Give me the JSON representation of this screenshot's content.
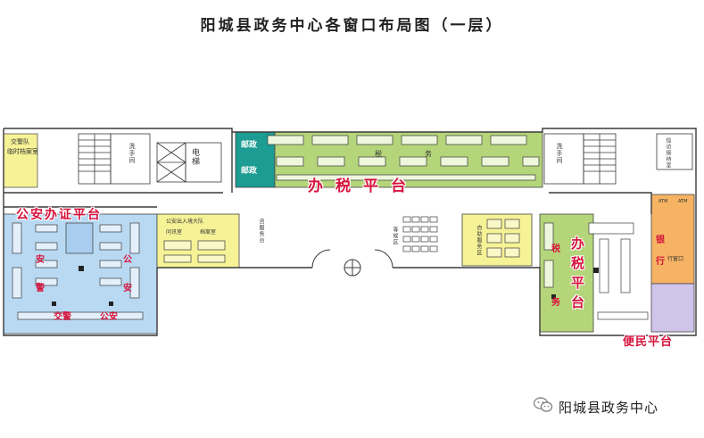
{
  "title": "阳城县政务中心各窗口布局图（一层）",
  "zones": {
    "tax_top": "办税平台",
    "police": "公安办证平台",
    "tax_right": "办税平台",
    "convenience": "便民平台"
  },
  "labels": {
    "traffic_police": "交警队",
    "traffic_police_2": "临时档案室",
    "toilet_left": "洗手间",
    "elevator": "电梯",
    "post_1": "邮政",
    "post_2": "邮政",
    "tax_word_1": "税",
    "tax_word_2": "务",
    "household": "公安出入境大队",
    "inquiry": "问讯室",
    "records": "档案室",
    "reception": "咨服务台",
    "waiting": "等候区",
    "self_service": "自助服务区",
    "toilet_right": "洗手间",
    "info_room": "信访接待室",
    "atm_1": "ATM",
    "atm_2": "ATM",
    "bank_1": "银",
    "bank_2": "行",
    "bank_window": "行窗口",
    "tax_r_1": "税",
    "tax_r_2": "务",
    "sec_1": "安",
    "sec_2": "公",
    "sec_3": "警",
    "sec_4": "安",
    "traffic_bottom": "交警",
    "public_bottom": "公安"
  },
  "footer": {
    "brand": "阳城县政务中心"
  },
  "colors": {
    "green": "#b5d57a",
    "yellow": "#f6f296",
    "teal": "#1d9c93",
    "blue": "#b9d9f3",
    "orange": "#f6b363",
    "purple": "#cfc4ea",
    "red": "#d5133c",
    "wall": "#3a3a3a"
  }
}
